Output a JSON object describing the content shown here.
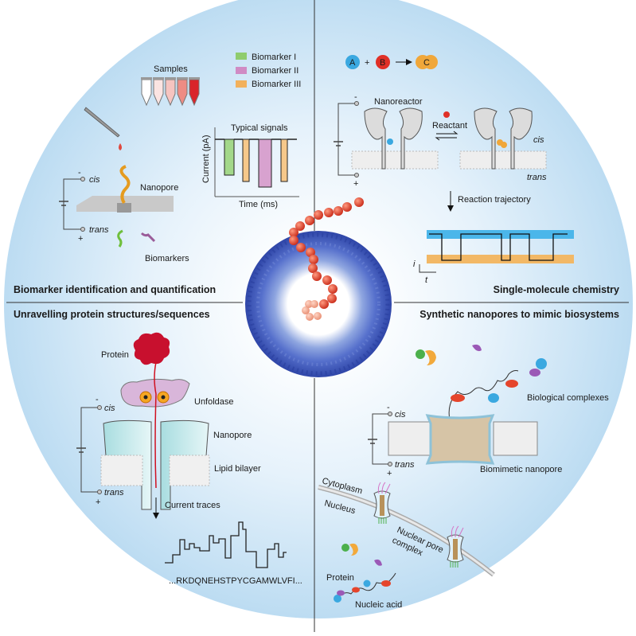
{
  "quadrants": {
    "top_left": {
      "title": "Biomarker identification and quantification",
      "samples_label": "Samples",
      "nanopore_label": "Nanopore",
      "biomarkers_label": "Biomarkers",
      "cis_label": "cis",
      "trans_label": "trans",
      "minus": "-",
      "plus": "+",
      "legend": [
        {
          "label": "Biomarker I",
          "color": "#8fcc6e"
        },
        {
          "label": "Biomarker II",
          "color": "#d08bc4"
        },
        {
          "label": "Biomarker III",
          "color": "#f2b15c"
        }
      ],
      "signals": {
        "title": "Typical signals",
        "xlabel": "Time (ms)",
        "ylabel": "Current (pA)"
      }
    },
    "top_right": {
      "title": "Single-molecule chemistry",
      "reaction": {
        "a": "A",
        "b": "B",
        "c": "C",
        "plus": "+"
      },
      "nanoreactor_label": "Nanoreactor",
      "reactant_label": "Reactant",
      "cis_label": "cis",
      "trans_label": "trans",
      "minus": "-",
      "plus": "+",
      "trajectory_label": "Reaction trajectory",
      "axis_i": "i",
      "axis_t": "t"
    },
    "bottom_left": {
      "title": "Unravelling protein structures/sequences",
      "protein_label": "Protein",
      "unfoldase_label": "Unfoldase",
      "nanopore_label": "Nanopore",
      "bilayer_label": "Lipid bilayer",
      "cis_label": "cis",
      "trans_label": "trans",
      "minus": "-",
      "plus": "+",
      "traces_label": "Current traces",
      "sequence": "...RKDQNEHSTPYCGAMWLVFI..."
    },
    "bottom_right": {
      "title": "Synthetic nanopores to mimic biosystems",
      "complexes_label": "Biological complexes",
      "biomimetic_label": "Biomimetic nanopore",
      "cis_label": "cis",
      "trans_label": "trans",
      "minus": "-",
      "plus": "+",
      "cytoplasm_label": "Cytoplasm",
      "nucleus_label": "Nucleus",
      "npc_label_1": "Nuclear pore",
      "npc_label_2": "complex",
      "protein_label": "Protein",
      "nucleic_label": "Nucleic acid"
    }
  },
  "colors": {
    "background_light": "#ffffff",
    "background_blue": "#c6e2f5",
    "pore_blue": "#3d55b8",
    "bead_red": "#e0452e",
    "protein_red": "#c8102e",
    "cyan_state": "#3aa8e0",
    "orange_state": "#f0b05a"
  }
}
